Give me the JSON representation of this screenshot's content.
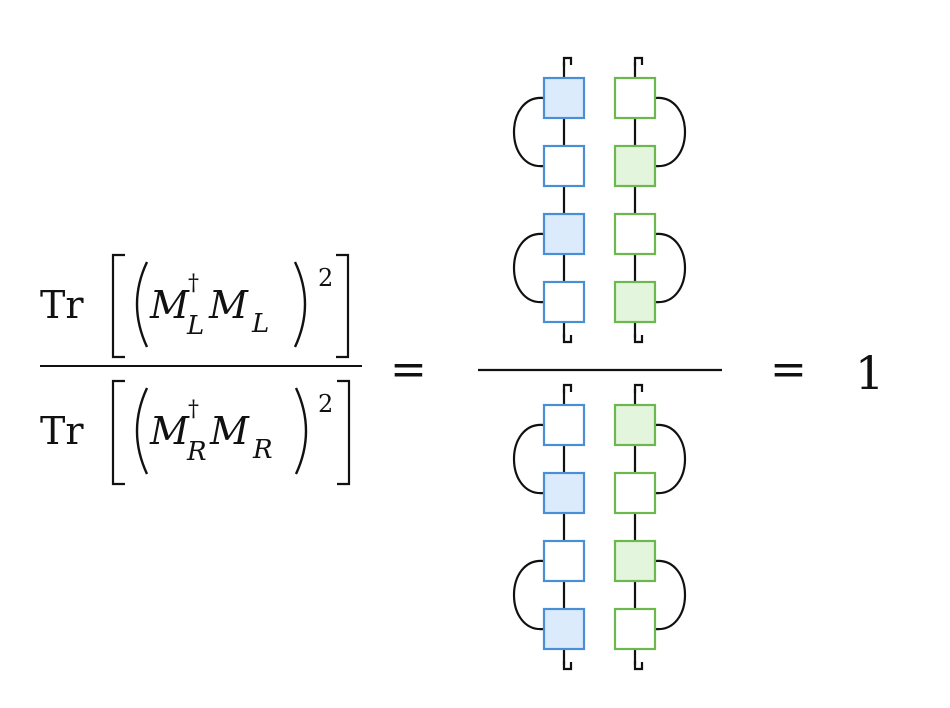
{
  "colors": {
    "ink": "#111111",
    "blue_stroke": "#4a8fd6",
    "blue_fill": "#dcebfb",
    "green_stroke": "#6db84e",
    "green_fill": "#e3f5dc",
    "empty_fill": "#ffffff"
  },
  "equation": {
    "numerator": {
      "trace": "Tr",
      "op_base": "M",
      "op_dagger": "†",
      "op_sub": "L",
      "op2_base": "M",
      "op2_sub": "L",
      "power": "2"
    },
    "denominator": {
      "trace": "Tr",
      "op_base": "M",
      "op_dagger": "†",
      "op_sub": "R",
      "op2_base": "M",
      "op2_sub": "R",
      "power": "2"
    },
    "equals_1": "=",
    "equals_2": "=",
    "result": "1"
  },
  "diagram": {
    "top": {
      "left_column": [
        "filled",
        "empty",
        "filled",
        "empty"
      ],
      "right_column": [
        "empty",
        "filled",
        "empty",
        "filled"
      ]
    },
    "bottom": {
      "left_column": [
        "empty",
        "filled",
        "empty",
        "filled"
      ],
      "right_column": [
        "filled",
        "empty",
        "filled",
        "empty"
      ]
    }
  }
}
